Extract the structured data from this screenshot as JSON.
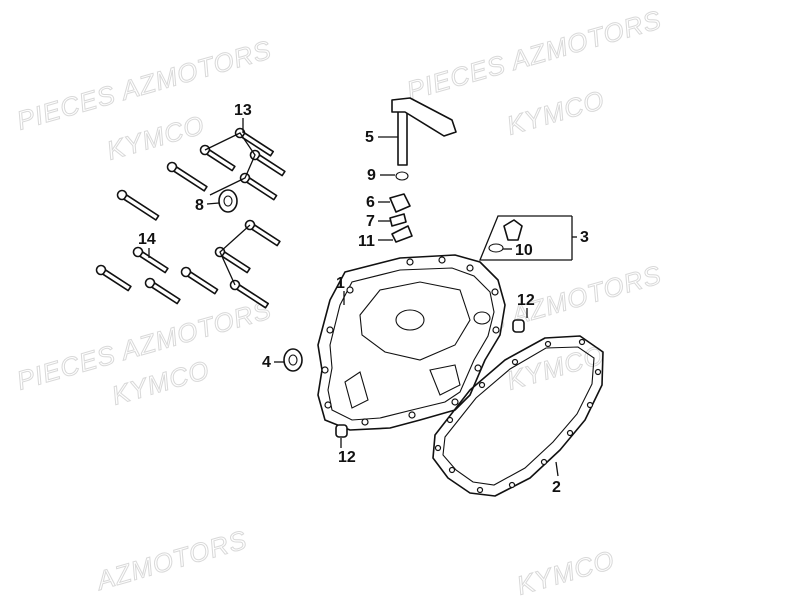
{
  "watermarks": [
    {
      "text": "PIECES AZMOTORS"
    },
    {
      "text": "KYMCO"
    },
    {
      "text": "PIECES AZMOTORS"
    },
    {
      "text": "KYMCO"
    },
    {
      "text": "PIECES AZMOTORS"
    },
    {
      "text": "KYMCO"
    },
    {
      "text": "PIECES AZMOTORS"
    },
    {
      "text": "KYMCO"
    },
    {
      "text": "AZMOTORS"
    },
    {
      "text": "KYMCO"
    }
  ],
  "callouts": {
    "c1": "1",
    "c2": "2",
    "c3": "3",
    "c4": "4",
    "c5": "5",
    "c6": "6",
    "c7": "7",
    "c8": "8",
    "c9": "9",
    "c10": "10",
    "c11": "11",
    "c12a": "12",
    "c12b": "12",
    "c13": "13",
    "c14": "14"
  }
}
